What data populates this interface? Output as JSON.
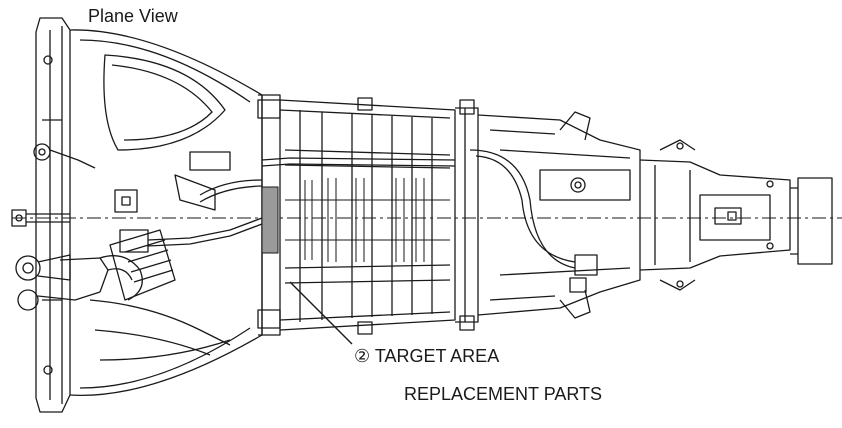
{
  "drawing": {
    "view_title": "Plane View",
    "callout": {
      "marker": "②",
      "line1": "TARGET AREA",
      "line2": "REPLACEMENT PARTS"
    },
    "colors": {
      "ink": "#1a1a1a",
      "highlight": "#9a9a9a",
      "paper": "#ffffff"
    }
  }
}
